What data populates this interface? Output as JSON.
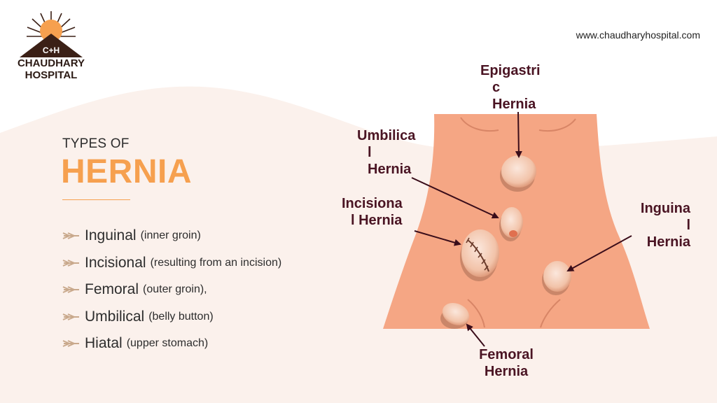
{
  "logo": {
    "badge": "C+H",
    "line1": "CHAUDHARY",
    "line2": "HOSPITAL"
  },
  "website": "www.chaudharyhospital.com",
  "heading": {
    "subtitle": "TYPES OF",
    "title": "HERNIA"
  },
  "types": [
    {
      "name": "Inguinal",
      "desc": "(inner groin)"
    },
    {
      "name": "Incisional",
      "desc": "(resulting from an incision)"
    },
    {
      "name": "Femoral",
      "desc": "(outer groin),"
    },
    {
      "name": "Umbilical",
      "desc": "(belly button)"
    },
    {
      "name": "Hiatal",
      "desc": "(upper stomach)"
    }
  ],
  "labels": {
    "epigastric": [
      "Epigastri",
      "c",
      "Hernia"
    ],
    "umbilical": [
      "Umbilica",
      "l",
      "Hernia"
    ],
    "incisional": [
      "Incisiona",
      "l Hernia"
    ],
    "inguinal": [
      "Inguina",
      "l",
      "Hernia"
    ],
    "femoral": [
      "Femoral",
      "Hernia"
    ]
  },
  "colors": {
    "accent": "#f6a04f",
    "skin": "#f5a684",
    "background_wave": "#fbf1ec",
    "label_text": "#4a1423",
    "arrow": "#3a0d1a",
    "logo_dark": "#3b2016"
  },
  "icons": {
    "bullet": "double-chevron-arrow-icon",
    "logo": "sun-mountain-logo-icon"
  }
}
